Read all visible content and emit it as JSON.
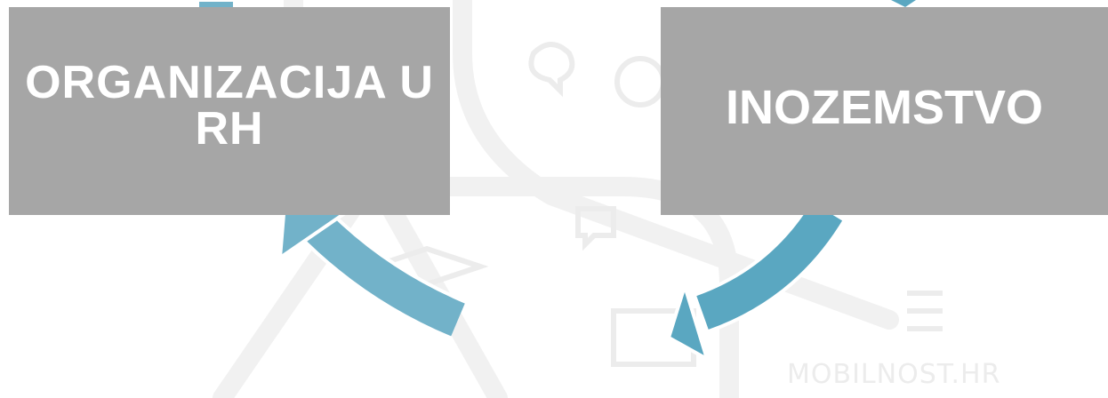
{
  "boxes": {
    "left_label": "ORGANIZACIJA U RH",
    "right_label": "INOZEMSTVO"
  },
  "watermark": {
    "text": "MOBILNOST.HR"
  },
  "colors": {
    "box_fill": "#a6a6a6",
    "box_text": "#ffffff",
    "arrow_left": "#72b2c9",
    "arrow_right": "#5aa7c1",
    "background_art": "#f0f0f0"
  }
}
